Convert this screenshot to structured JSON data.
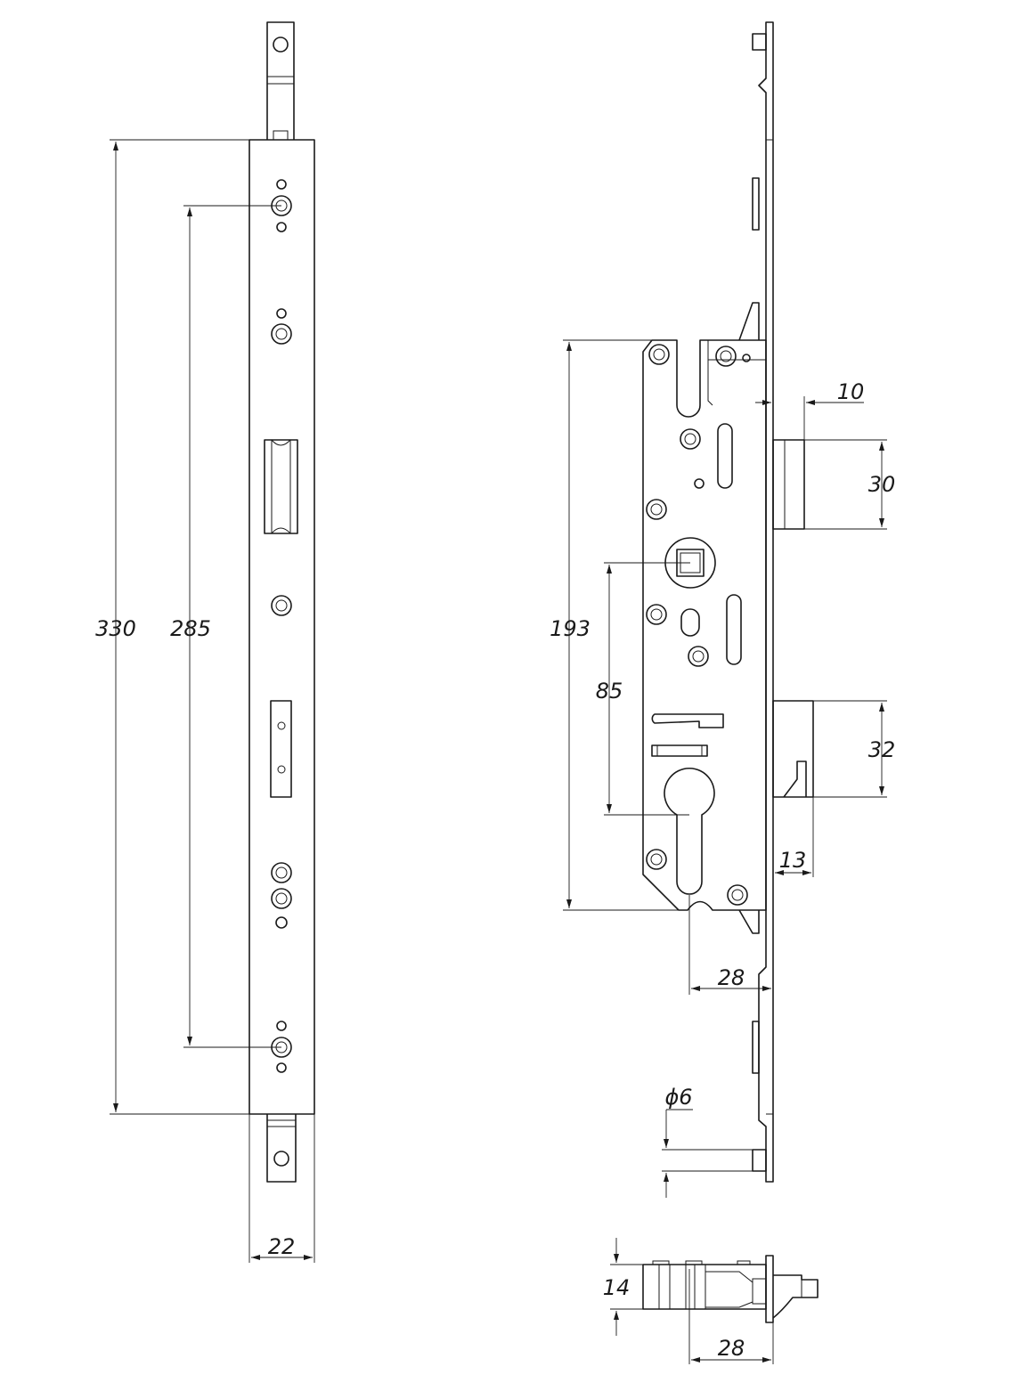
{
  "dimensions": {
    "faceplate_length": "330",
    "fixing_hole_pitch": "285",
    "faceplate_width": "22",
    "case_height": "193",
    "handle_to_cylinder": "85",
    "latch_projection": "10",
    "latch_height": "30",
    "deadbolt_height": "32",
    "deadbolt_projection": "13",
    "backset": "28",
    "hole_diameter": "ϕ6",
    "case_thickness": "14",
    "top_view_backset": "28"
  }
}
